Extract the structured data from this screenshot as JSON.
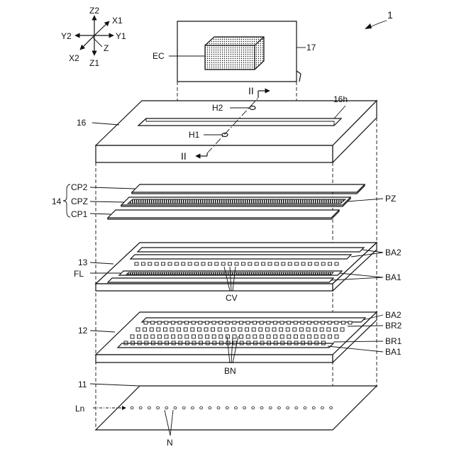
{
  "figure_number": "1",
  "axes": {
    "z2": "Z2",
    "x1": "X1",
    "y2": "Y2",
    "y1": "Y1",
    "x2": "X2",
    "z": "Z",
    "z1": "Z1"
  },
  "labels": {
    "ec": "EC",
    "n17": "17",
    "n16h": "16h",
    "n16": "16",
    "h1": "H1",
    "h2": "H2",
    "sec1": "II",
    "sec2": "II",
    "n14": "14",
    "cp2": "CP2",
    "cpz": "CPZ",
    "cp1": "CP1",
    "pz": "PZ",
    "n13": "13",
    "fl": "FL",
    "ba2_13": "BA2",
    "ba1_13": "BA1",
    "cv": "CV",
    "n12": "12",
    "ba2_12": "BA2",
    "br2": "BR2",
    "br1": "BR1",
    "ba1_12": "BA1",
    "bn": "BN",
    "n11": "11",
    "ln": "Ln",
    "n": "N"
  }
}
